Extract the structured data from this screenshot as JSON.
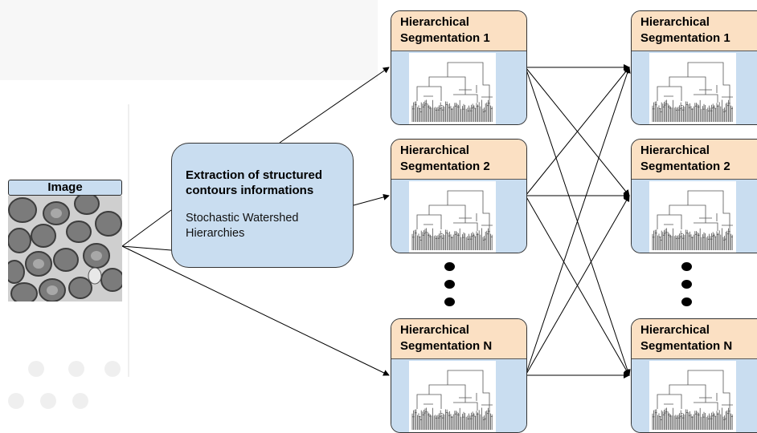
{
  "image": {
    "label": "Image"
  },
  "extraction": {
    "title": "Extraction of structured contours informations",
    "subtitle": "Stochastic Watershed Hierarchies"
  },
  "segmentations": {
    "left": [
      {
        "label": "Hierarchical Segmentation 1"
      },
      {
        "label": "Hierarchical Segmentation 2"
      },
      {
        "label": "Hierarchical Segmentation N"
      }
    ],
    "right": [
      {
        "label": "Hierarchical Segmentation 1"
      },
      {
        "label": "Hierarchical Segmentation 2"
      },
      {
        "label": "Hierarchical Segmentation N"
      }
    ]
  },
  "colors": {
    "blue_fill": "#c9ddf0",
    "header_fill": "#fbe0c3",
    "line": "#000000"
  },
  "icons": {
    "ellipsis": "vertical-dots-icon",
    "cells": "blood-cells-image",
    "dendrogram": "dendrogram-icon"
  }
}
